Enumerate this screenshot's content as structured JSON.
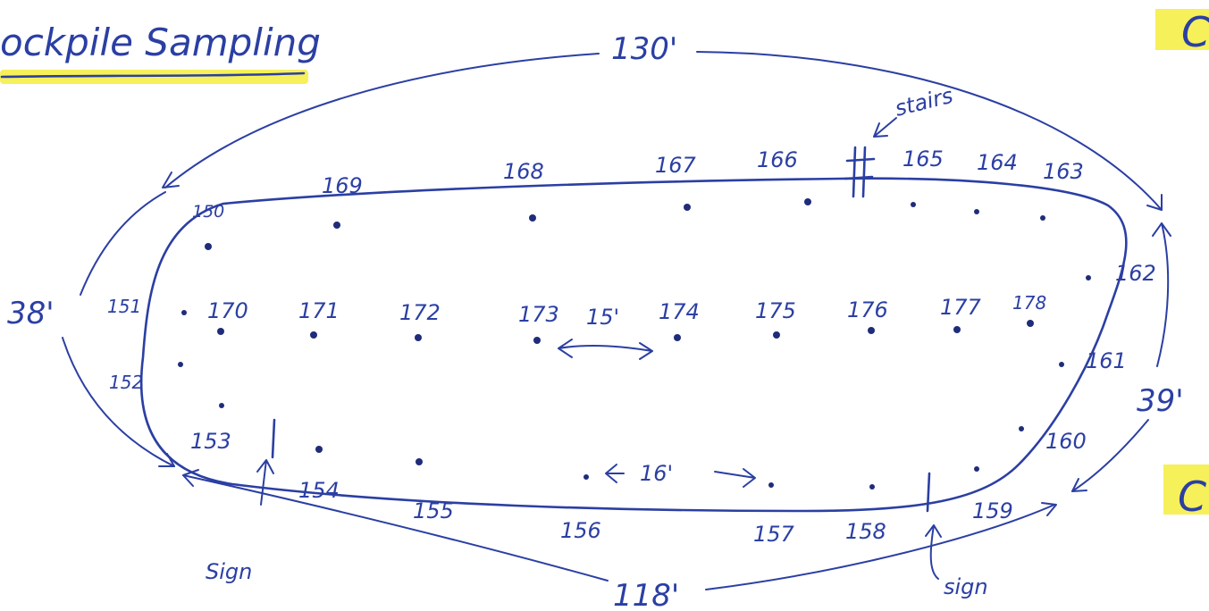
{
  "title": "ockpile Sampling",
  "dimensions": {
    "top": "130'",
    "bottom": "118'",
    "left": "38'",
    "right": "39'",
    "inner_row_spacing": "15'",
    "inner_bottom_spacing": "16'"
  },
  "notes": {
    "stairs": "stairs",
    "sign_left": "Sign",
    "sign_right": "sign"
  },
  "margin_marks": [
    "C",
    "C"
  ],
  "sample_labels": {
    "s150": "150",
    "s151": "151",
    "s152": "152",
    "s153": "153",
    "s154": "154",
    "s155": "155",
    "s156": "156",
    "s157": "157",
    "s158": "158",
    "s159": "159",
    "s160": "160",
    "s161": "161",
    "s162": "162",
    "s163": "163",
    "s164": "164",
    "s165": "165",
    "s166": "166",
    "s167": "167",
    "s168": "168",
    "s169": "169",
    "s170": "170",
    "s171": "171",
    "s172": "172",
    "s173": "173",
    "s174": "174",
    "s175": "175",
    "s176": "176",
    "s177": "177",
    "s178": "178"
  }
}
